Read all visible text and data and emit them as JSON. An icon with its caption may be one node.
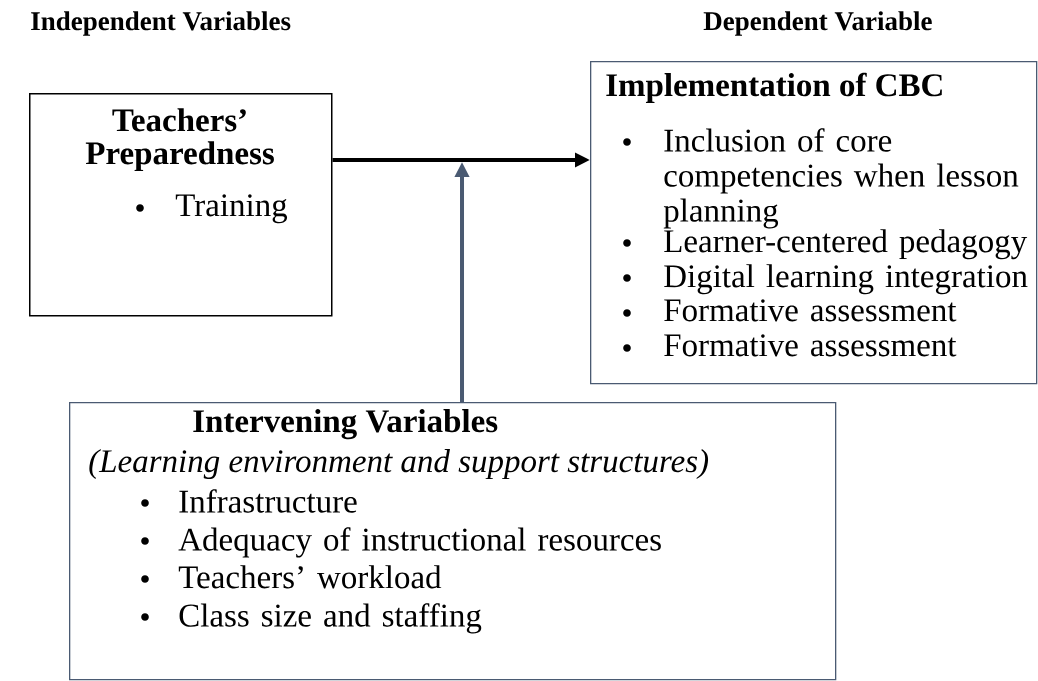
{
  "diagram": {
    "nodes": [
      {
        "text": [
          "Teachers’ Preparedness",
          "Training"
        ]
      },
      {
        "text": [
          "Implementation of CBC",
          "Inclusion of core competencies when lesson planning",
          "Learner-centered pedagogy",
          "Digital learning integration",
          "Formative assessment",
          "Formative assessment"
        ]
      },
      {
        "text": [
          "Intervening Variables",
          "(Learning environment and support structures)",
          "Infrastructure",
          "Adequacy of instructional resources",
          "Teachers’ workload",
          "Class size and staffing"
        ]
      }
    ],
    "edges": [
      {
        "from": 0,
        "to": 1,
        "arrow": "to"
      },
      {
        "from": 2,
        "to": null,
        "arrow": "to",
        "color": "#4a5a72"
      }
    ],
    "labels": [
      "Independent Variables",
      "Dependent Variable"
    ]
  }
}
